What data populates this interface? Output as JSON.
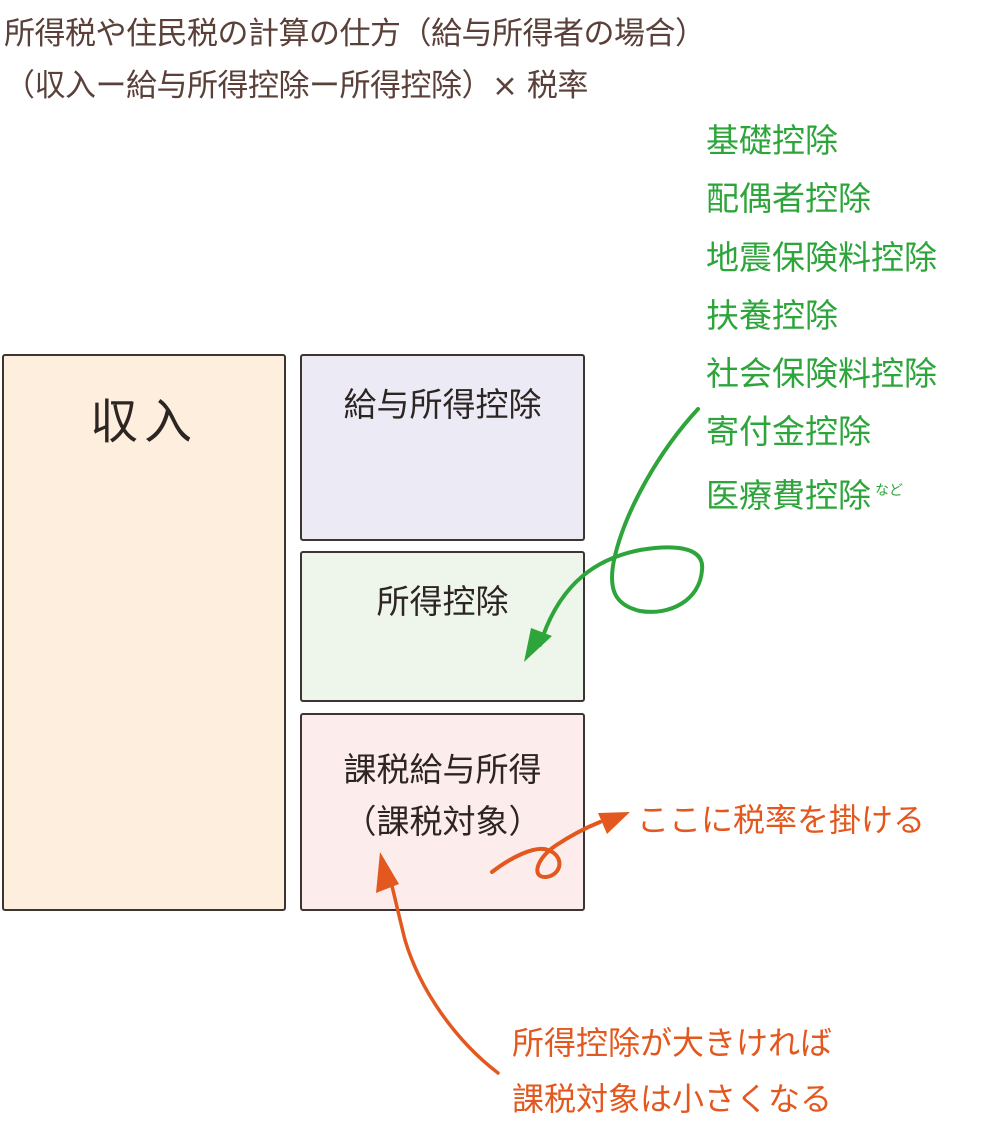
{
  "title": {
    "line1": "所得税や住民税の計算の仕方（給与所得者の場合）",
    "line2": "（収入ー給与所得控除ー所得控除）× 税率"
  },
  "boxes": {
    "income": {
      "label": "収入",
      "color": "#fdeede"
    },
    "salary_deduction": {
      "label": "給与所得控除",
      "color": "#ecebf5"
    },
    "income_deduction": {
      "label": "所得控除",
      "color": "#eef5ea"
    },
    "taxable": {
      "label_line1": "課税給与所得",
      "label_line2": "（課税対象）",
      "color": "#fdecec"
    }
  },
  "deduction_list": {
    "color": "#2ea53b",
    "items": [
      "基礎控除",
      "配偶者控除",
      "地震保険料控除",
      "扶養控除",
      "社会保険料控除",
      "寄付金控除",
      "医療費控除"
    ],
    "suffix": "など"
  },
  "notes": {
    "color": "#e2581e",
    "apply_rate": "ここに税率を掛ける",
    "deduction_effect_line1": "所得控除が大きければ",
    "deduction_effect_line2": "課税対象は小さくなる"
  }
}
